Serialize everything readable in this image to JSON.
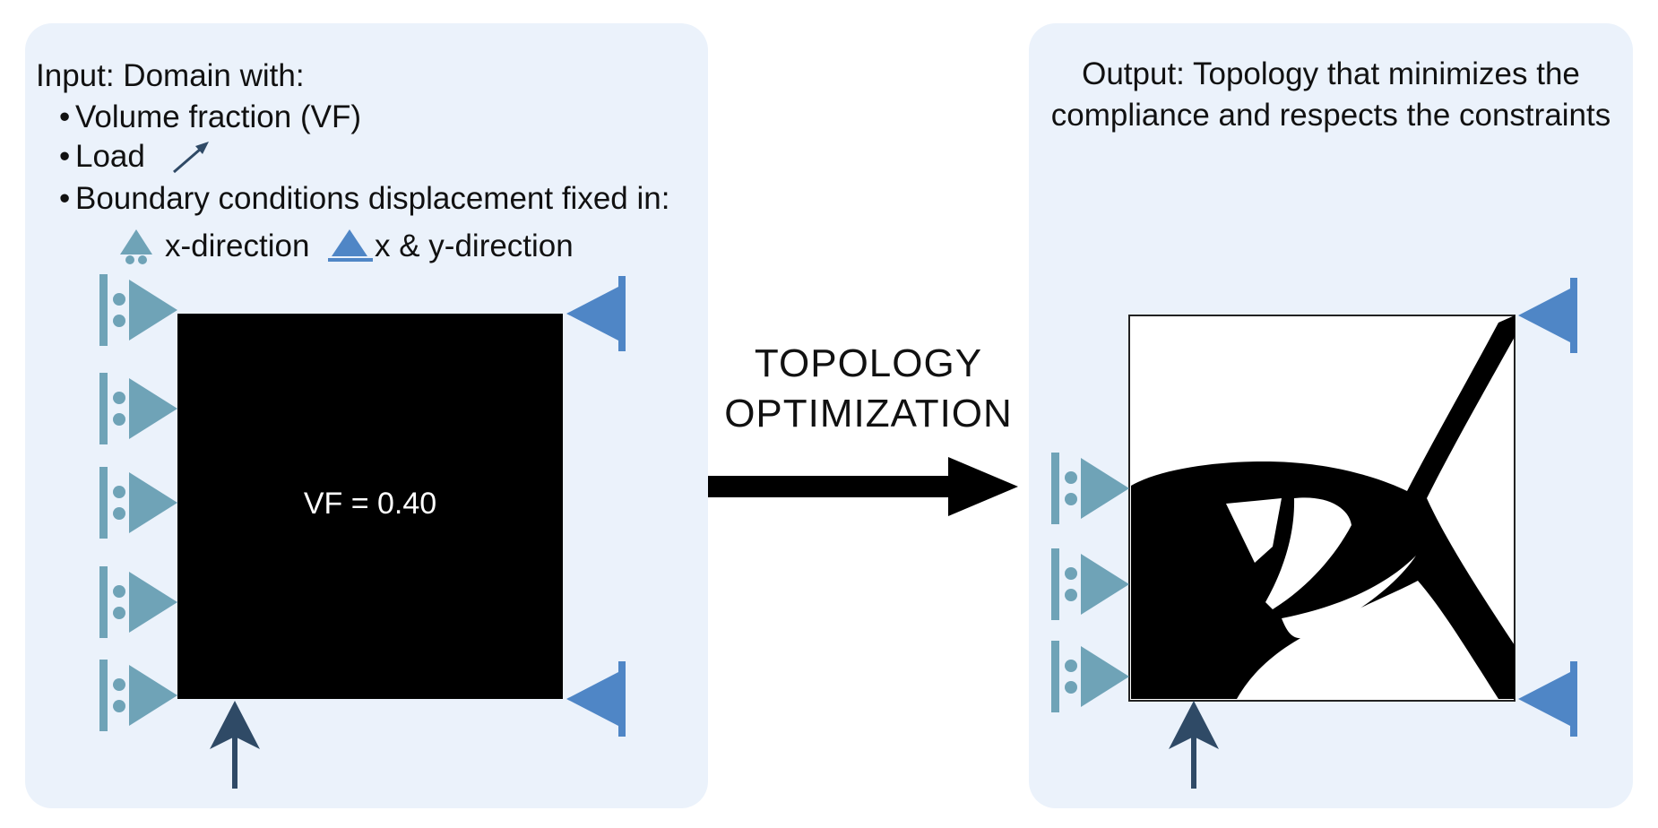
{
  "input": {
    "title": "Input: Domain with:",
    "bullets": {
      "volume_fraction": "Volume fraction (VF)",
      "load": "Load",
      "boundary_conditions": "Boundary conditions displacement fixed in:"
    },
    "legend": {
      "x_direction": "x-direction",
      "xy_direction": "x & y-direction"
    },
    "vf_label": "VF = 0.40"
  },
  "process": {
    "label_line1": "TOPOLOGY",
    "label_line2": "OPTIMIZATION"
  },
  "output": {
    "text": "Output: Topology that minimizes the compliance and respects the constraints"
  },
  "colors": {
    "panel_background": "#ebf2fb",
    "roller_support": "#6fa3b7",
    "fixed_support": "#4f86c6",
    "load_arrow": "#2f4a66",
    "material": "#000000"
  }
}
